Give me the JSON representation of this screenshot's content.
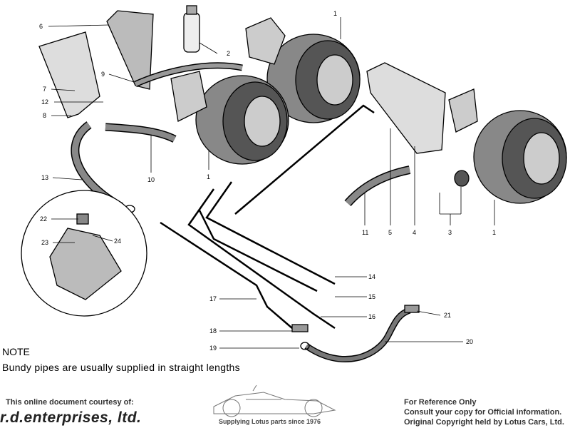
{
  "diagram": {
    "callouts": [
      {
        "id": "c6",
        "label": "6"
      },
      {
        "id": "c2",
        "label": "2"
      },
      {
        "id": "c9",
        "label": "9"
      },
      {
        "id": "c7",
        "label": "7"
      },
      {
        "id": "c12",
        "label": "12"
      },
      {
        "id": "c8",
        "label": "8"
      },
      {
        "id": "c1a",
        "label": "1"
      },
      {
        "id": "c1b",
        "label": "1"
      },
      {
        "id": "c1c",
        "label": "1"
      },
      {
        "id": "c10",
        "label": "10"
      },
      {
        "id": "c13",
        "label": "13"
      },
      {
        "id": "c22",
        "label": "22"
      },
      {
        "id": "c23",
        "label": "23"
      },
      {
        "id": "c24",
        "label": "24"
      },
      {
        "id": "c11",
        "label": "11"
      },
      {
        "id": "c5",
        "label": "5"
      },
      {
        "id": "c4",
        "label": "4"
      },
      {
        "id": "c3",
        "label": "3"
      },
      {
        "id": "c14",
        "label": "14"
      },
      {
        "id": "c15",
        "label": "15"
      },
      {
        "id": "c16",
        "label": "16"
      },
      {
        "id": "c17",
        "label": "17"
      },
      {
        "id": "c18",
        "label": "18"
      },
      {
        "id": "c19",
        "label": "19"
      },
      {
        "id": "c20",
        "label": "20"
      },
      {
        "id": "c21",
        "label": "21"
      }
    ]
  },
  "note": {
    "title": "NOTE",
    "text": "Bundy pipes are usually supplied in straight lengths"
  },
  "footer": {
    "courtesy": "This online document courtesy of:",
    "brand": "r.d.enterprises, ltd.",
    "tagline": "Supplying Lotus parts since 1976",
    "reference_lines": [
      "For Reference Only",
      "Consult your copy for Official information.",
      "Original Copyright held by Lotus Cars, Ltd."
    ]
  }
}
